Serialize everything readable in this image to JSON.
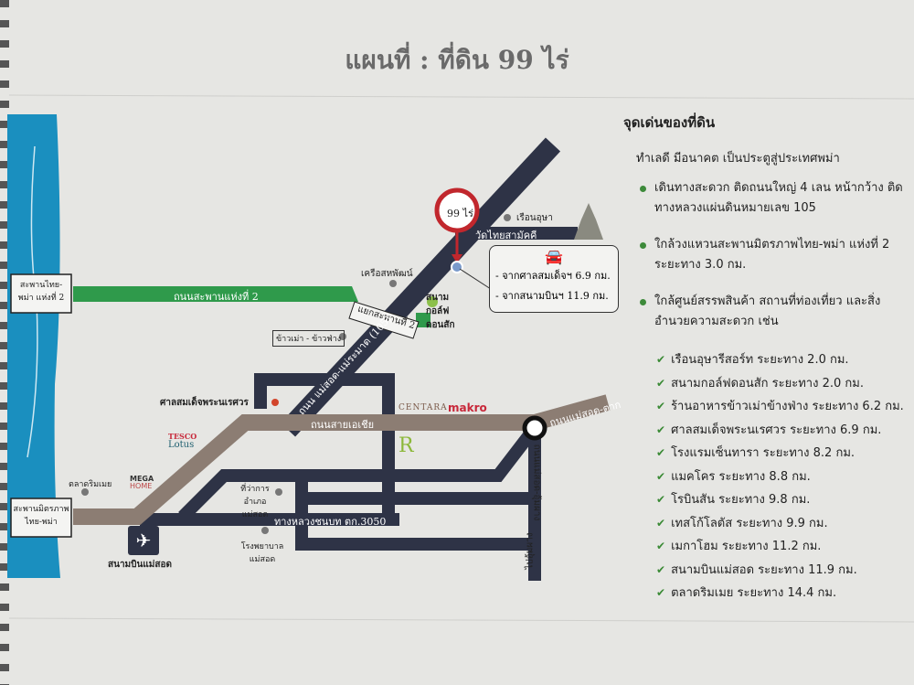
{
  "title": "แผนที่ : ที่ดิน 99 ไร่",
  "map": {
    "plot_marker": "99 ไร่",
    "roads": {
      "bridge2_road": "ถนนสะพานแห่งที่ 2",
      "bridge2_junction": "แยกสะพานที่ 2",
      "main_105": "ถนน แม่สอด-แม่ระมาด (105)",
      "asian_highway": "ถนนสายเอเชีย",
      "maesot_tak": "ถนนแม่สอด-ตาก",
      "rural_3050": "ทางหลวงชนบท ตก.3050",
      "maesot_umphang": "ถนนแม่สอด-อุ้มผาง",
      "to_umphang": "ไปอุ้มผาง",
      "wat_road": "วัดไทยสามัคคี"
    },
    "bridges": {
      "bridge2": "สะพานไทย-พม่า แห่งที่ 2",
      "friendship": "สะพานมิตรภาพ ไทย-พม่า"
    },
    "places": {
      "resort": "เรือนอุษา",
      "coop": "เครือสหพัฒน์",
      "golf": "สนามกอล์ฟ ดอนสัก",
      "restaurant": "ข้าวเม่า - ข้าวฟ่าง",
      "shrine": "ศาลสมเด็จพระนเรศวร",
      "market": "ตลาดริมเมย",
      "district_office": "ที่ว่าการอำเภอ แม่สอด",
      "hospital": "โรงพยาบาล แม่สอด",
      "airport": "สนามบินแม่สอด"
    },
    "brands": {
      "centara": "CENTARA",
      "makro": "makro",
      "tesco": "TESCO",
      "lotus": "Lotus",
      "mega": "MEGA",
      "home": "HOME",
      "robinson": "R"
    },
    "info_box": [
      "- จากศาลสมเด็จฯ 6.9 กม.",
      "- จากสนามบินฯ 11.9 กม."
    ],
    "colors": {
      "river": "#1a8fbf",
      "road": "#2e3346",
      "asian": "#8c7d73",
      "green_road": "#2f9a4b",
      "pin": "#c1272d"
    }
  },
  "panel": {
    "heading": "จุดเด่นของที่ดิน",
    "intro": "ทำเลดี มีอนาคต เป็นประตูสู่ประเทศพม่า",
    "bullets": [
      "เดินทางสะดวก ติดถนนใหญ่ 4 เลน หน้ากว้าง ติดทางหลวงแผ่นดินหมายเลข 105",
      "ใกล้วงแหวนสะพานมิตรภาพไทย-พม่า แห่งที่ 2 ระยะทาง 3.0 กม.",
      "ใกล้ศูนย์สรรพสินค้า สถานที่ท่องเที่ยว และสิ่งอำนวยความสะดวก เช่น"
    ],
    "nearby": [
      "เรือนอุษารีสอร์ท ระยะทาง 2.0 กม.",
      "สนามกอล์ฟดอนสัก ระยะทาง 2.0 กม.",
      "ร้านอาหารข้าวเม่าข้างฟ่าง ระยะทาง 6.2 กม.",
      "ศาลสมเด็จพระนเรศวร ระยะทาง 6.9 กม.",
      "โรงแรมเซ็นทารา ระยะทาง 8.2 กม.",
      "แมคโคร ระยะทาง 8.8 กม.",
      "โรบินสัน ระยะทาง 9.8 กม.",
      "เทสโก้โลตัส ระยะทาง 9.9 กม.",
      "เมกาโฮม ระยะทาง 11.2 กม.",
      "สนามบินแม่สอด ระยะทาง 11.9 กม.",
      "ตลาดริมเมย ระยะทาง 14.4 กม."
    ]
  }
}
